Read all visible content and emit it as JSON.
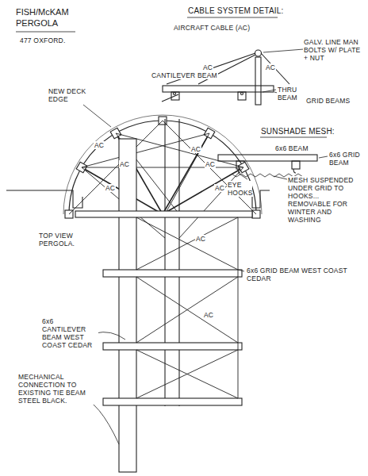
{
  "diagram": {
    "title": "FISH/McKAM PERGOLA",
    "labels": [
      "477 OXFORD.",
      "CABLE SYSTEM DETAIL:",
      "AIRCRAFT CABLE (AC)",
      "AC",
      "AC",
      "GALV. LINE MAN BOLTS W/ PLATE + NUT",
      "CANTILEVER BEAM",
      "THRU BEAM",
      "GRID BEAMS",
      "SUNSHADE MESH:",
      "6x6 BEAM",
      "6x6 GRID BEAM",
      "EYE HOOKS",
      "MESH SUSPENDED UNDER GRID TO HOOKS... REMOVABLE FOR WINTER AND WASHING",
      "NEW DECK EDGE",
      "AC",
      "AC",
      "AC",
      "AC",
      "AC",
      "AC",
      "AC",
      "TOP VIEW PERGOLA.",
      "6x6 GRID BEAM WEST COAST CEDAR",
      "AC",
      "6x6 CANTILEVER BEAM WEST COAST CEDAR",
      "MECHANICAL CONNECTION TO EXISTING TIE BEAM STEEL BLACK."
    ]
  }
}
